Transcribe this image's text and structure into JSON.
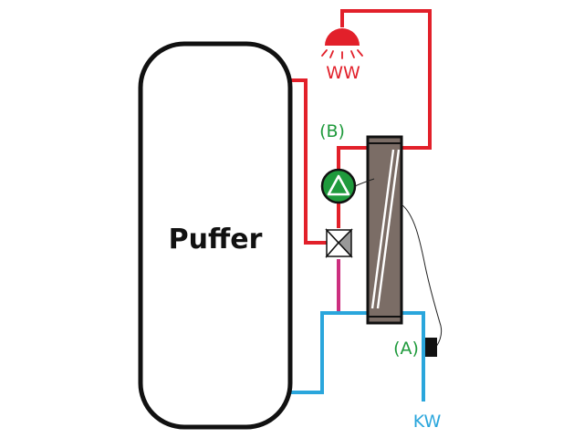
{
  "tank": {
    "label": "Puffer"
  },
  "labels": {
    "hot_water": "WW",
    "pump": "(B)",
    "sensor": "(A)",
    "cold_water": "KW"
  },
  "colors": {
    "hot": "#e2202a",
    "cold": "#2aa6dc",
    "mixed": "#cc2f7f",
    "pump": "#1f9a3c",
    "label_green": "#1f9a3c",
    "exchanger": "#7b6d66",
    "outline": "#111111"
  },
  "icons": {
    "shower": "shower-head-icon",
    "pump": "circulation-pump-icon",
    "valve": "three-way-valve-icon",
    "sensor": "flow-sensor-icon",
    "exchanger": "heat-exchanger-icon"
  }
}
